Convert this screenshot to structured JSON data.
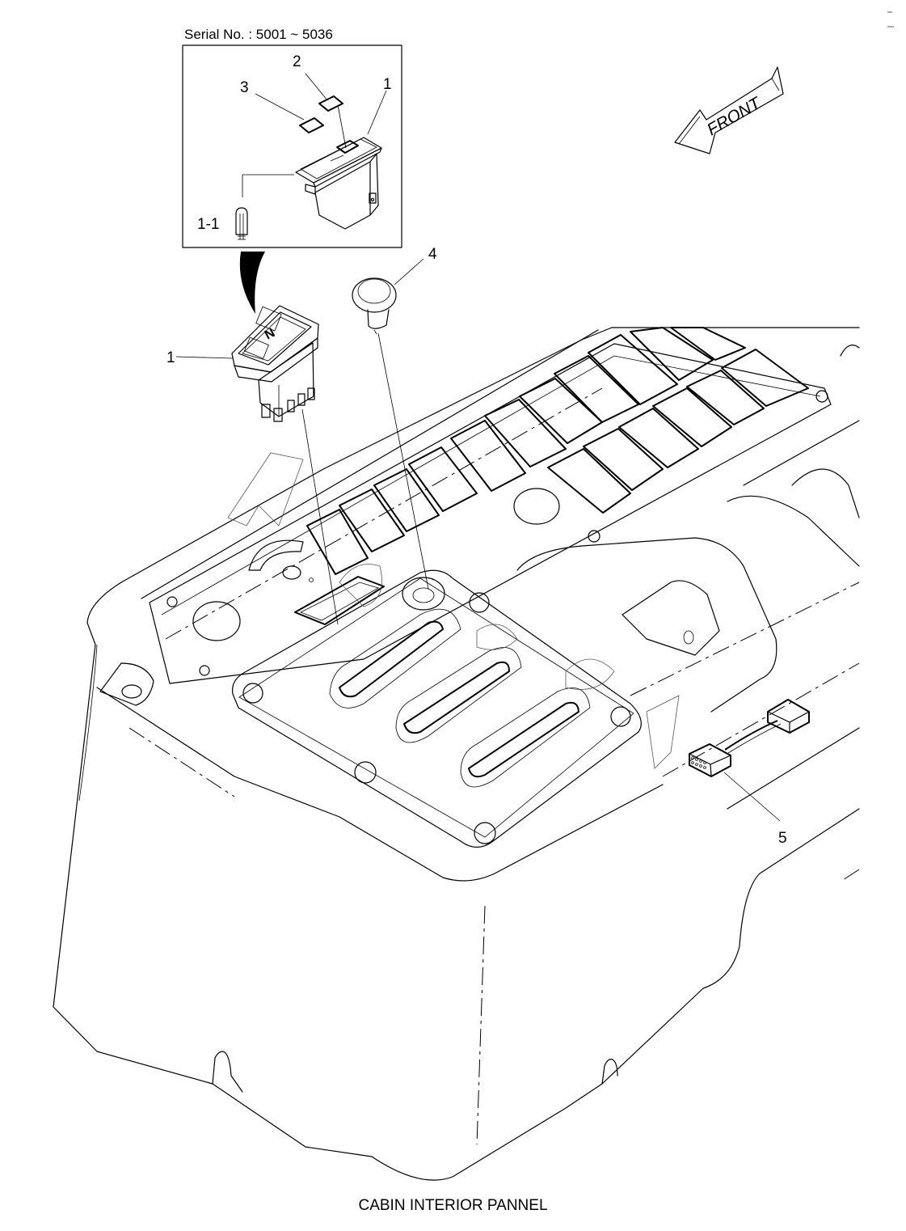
{
  "diagram": {
    "caption": "CABIN INTERIOR PANNEL",
    "inset": {
      "serial_label": "Serial No. : 5001 ~ 5036",
      "callouts": [
        {
          "id": "2",
          "part": "label"
        },
        {
          "id": "3",
          "part": "label"
        },
        {
          "id": "1",
          "part": "rocker-switch"
        },
        {
          "id": "1-1",
          "part": "bulb"
        }
      ]
    },
    "direction_arrow": {
      "text": "FRONT"
    },
    "callouts": [
      {
        "id": "1",
        "part": "rocker-switch"
      },
      {
        "id": "4",
        "part": "push-button"
      },
      {
        "id": "5",
        "part": "wire-harness-connector"
      }
    ],
    "switch_legend_symbol": "N"
  }
}
